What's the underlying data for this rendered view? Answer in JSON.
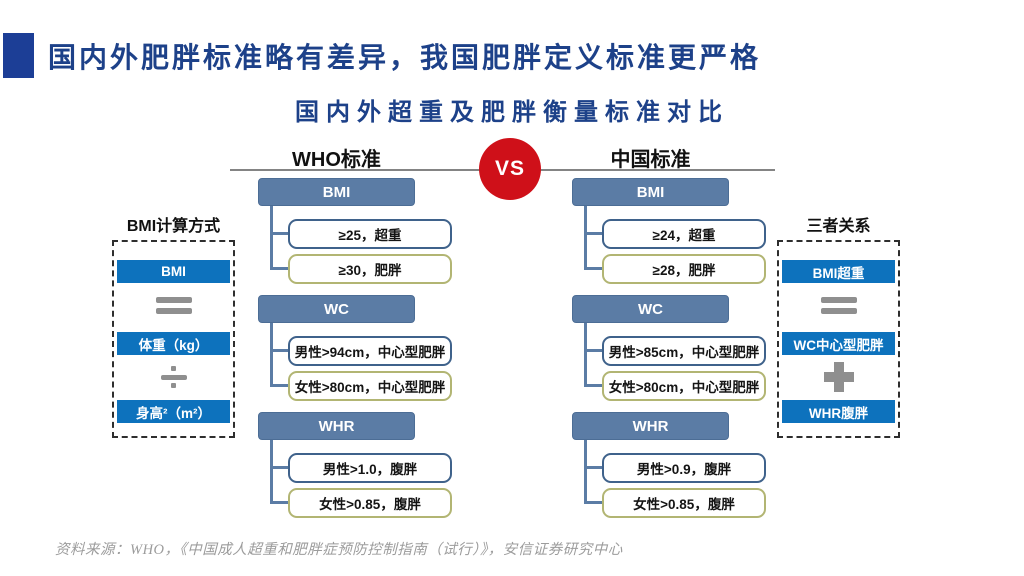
{
  "page_title": "国内外肥胖标准略有差异，我国肥胖定义标准更严格",
  "subtitle": "国内外超重及肥胖衡量标准对比",
  "vs_label": "VS",
  "columns": [
    {
      "title": "WHO标准",
      "sections": [
        {
          "header": "BMI",
          "items": [
            {
              "text": "≥25，超重",
              "border": "blue"
            },
            {
              "text": "≥30，肥胖",
              "border": "olive"
            }
          ]
        },
        {
          "header": "WC",
          "items": [
            {
              "text": "男性>94cm，中心型肥胖",
              "border": "blue"
            },
            {
              "text": "女性>80cm，中心型肥胖",
              "border": "olive"
            }
          ]
        },
        {
          "header": "WHR",
          "items": [
            {
              "text": "男性>1.0，腹胖",
              "border": "blue"
            },
            {
              "text": "女性>0.85，腹胖",
              "border": "olive"
            }
          ]
        }
      ]
    },
    {
      "title": "中国标准",
      "sections": [
        {
          "header": "BMI",
          "items": [
            {
              "text": "≥24，超重",
              "border": "blue"
            },
            {
              "text": "≥28，肥胖",
              "border": "olive"
            }
          ]
        },
        {
          "header": "WC",
          "items": [
            {
              "text": "男性>85cm，中心型肥胖",
              "border": "blue"
            },
            {
              "text": "女性>80cm，中心型肥胖",
              "border": "olive"
            }
          ]
        },
        {
          "header": "WHR",
          "items": [
            {
              "text": "男性>0.9，腹胖",
              "border": "blue"
            },
            {
              "text": "女性>0.85，腹胖",
              "border": "olive"
            }
          ]
        }
      ]
    }
  ],
  "left_panel": {
    "title": "BMI计算方式",
    "boxes": [
      "BMI",
      "体重（kg）",
      "身高²（m²）"
    ],
    "operators": [
      "equals-icon",
      "divide-icon"
    ]
  },
  "right_panel": {
    "title": "三者关系",
    "boxes": [
      "BMI超重",
      "WC中心型肥胖",
      "WHR腹胖"
    ],
    "operators": [
      "equals-icon",
      "plus-icon"
    ]
  },
  "source": "资料来源：WHO，《中国成人超重和肥胖症预防控制指南（试行）》，安信证券研究中心",
  "colors": {
    "title_navy": "#1d4189",
    "accent_square_blue": "#1c3e96",
    "steel_blue_header": "#5b7ca5",
    "bright_blue_box": "#0d72bd",
    "criteria_blue_border": "#3f628b",
    "criteria_olive_border": "#b2b573",
    "vs_red": "#cf1019",
    "divider_gray": "#848484",
    "operator_gray": "#8f8f8f",
    "source_gray": "#9c9c9c"
  }
}
